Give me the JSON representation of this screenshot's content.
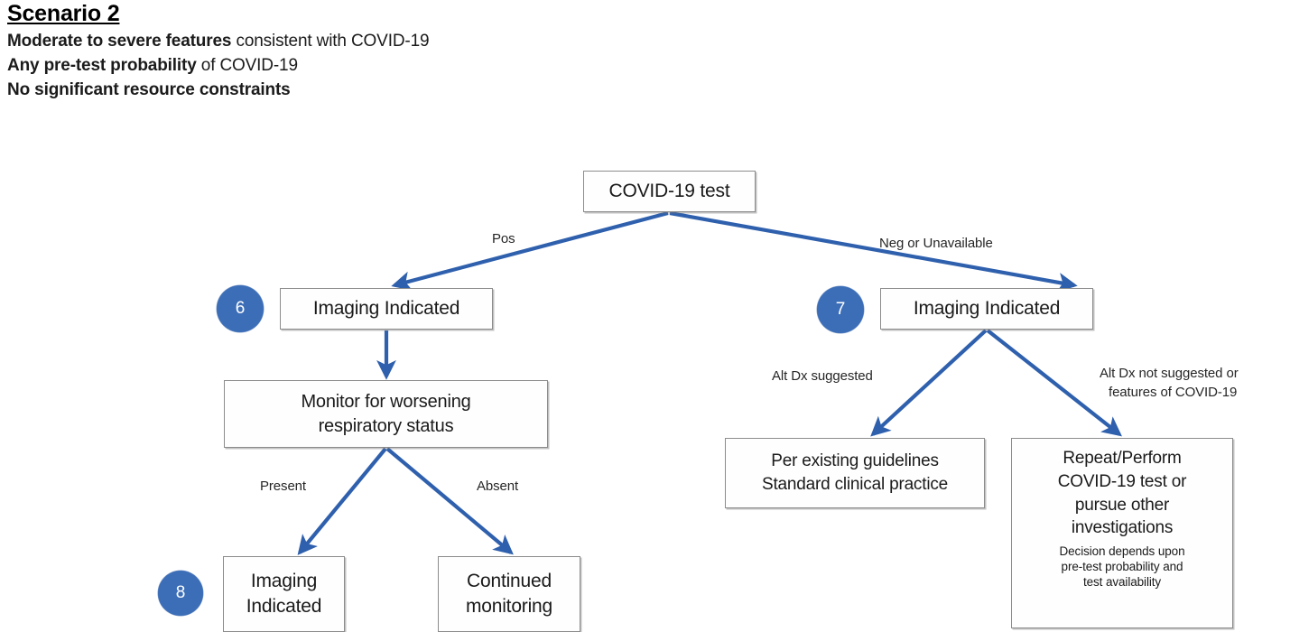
{
  "header": {
    "title": "Scenario 2",
    "lines": [
      {
        "bold": "Moderate to severe features",
        "rest": " consistent with COVID-19"
      },
      {
        "bold": "Any pre-test probability",
        "rest": " of COVID-19"
      },
      {
        "bold": "No significant resource constraints",
        "rest": ""
      }
    ]
  },
  "colors": {
    "arrow_blue": "#2f60ad",
    "badge_blue": "#3c6eb8",
    "box_border": "#8c8c8c",
    "text": "#1a1a1a",
    "background": "#ffffff"
  },
  "nodes": {
    "root": {
      "label": "COVID-19 test"
    },
    "pos_imaging": {
      "label": "Imaging Indicated",
      "badge": "6"
    },
    "neg_imaging": {
      "label": "Imaging Indicated",
      "badge": "7"
    },
    "monitor": {
      "line1": "Monitor for worsening",
      "line2": "respiratory status"
    },
    "imaging_indicated_leaf": {
      "line1": "Imaging",
      "line2": "Indicated",
      "badge": "8"
    },
    "continued_monitoring": {
      "line1": "Continued",
      "line2": "monitoring"
    },
    "existing_guidelines": {
      "line1": "Per existing guidelines",
      "line2": "Standard clinical practice"
    },
    "repeat_perform": {
      "line1": "Repeat/Perform",
      "line2": "COVID-19 test or",
      "line3": "pursue other",
      "line4": "investigations",
      "fine1": "Decision depends upon",
      "fine2": "pre-test probability and",
      "fine3": "test availability"
    }
  },
  "edge_labels": {
    "pos": "Pos",
    "neg_or_unavailable": "Neg or Unavailable",
    "present": "Present",
    "absent": "Absent",
    "alt_dx_suggested": "Alt Dx suggested",
    "alt_dx_not_suggested_1": "Alt Dx not suggested or",
    "alt_dx_not_suggested_2": "features of COVID-19"
  },
  "chart_data": {
    "type": "diagram",
    "title": "Scenario 2 COVID-19 imaging decision tree",
    "edges": [
      {
        "from": "root",
        "to": "pos_imaging",
        "label": "Pos"
      },
      {
        "from": "root",
        "to": "neg_imaging",
        "label": "Neg or Unavailable"
      },
      {
        "from": "pos_imaging",
        "to": "monitor",
        "label": ""
      },
      {
        "from": "monitor",
        "to": "imaging_indicated_leaf",
        "label": "Present"
      },
      {
        "from": "monitor",
        "to": "continued_monitoring",
        "label": "Absent"
      },
      {
        "from": "neg_imaging",
        "to": "existing_guidelines",
        "label": "Alt Dx suggested"
      },
      {
        "from": "neg_imaging",
        "to": "repeat_perform",
        "label": "Alt Dx not suggested or features of COVID-19"
      }
    ]
  }
}
